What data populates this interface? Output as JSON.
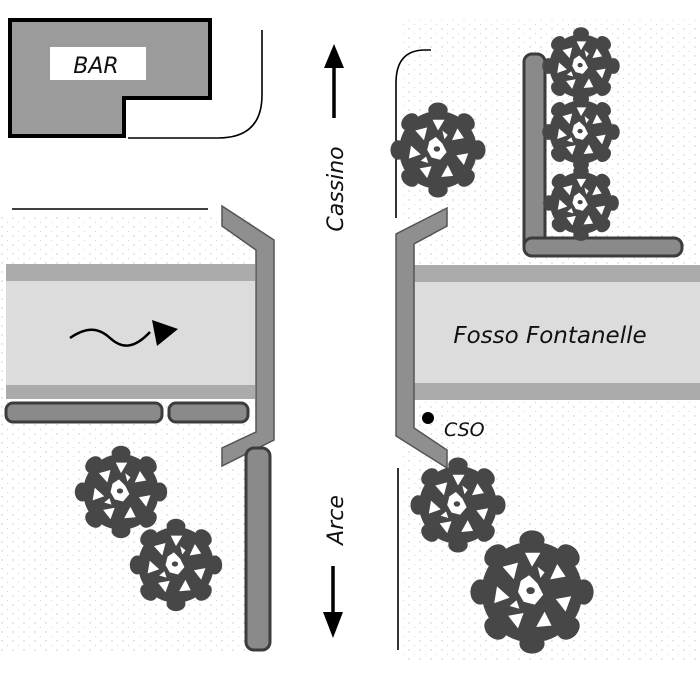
{
  "labels": {
    "building": "BAR",
    "road_north": "Cassino",
    "road_south": "Arce",
    "channel": "Fosso Fontanelle",
    "outfall": "CSO"
  },
  "icons": {
    "flow_direction": "wavy-arrow-icon",
    "north_direction": "arrow-up-icon",
    "south_direction": "arrow-down-icon",
    "tree": "tree-icon",
    "outfall_marker": "dot-icon"
  },
  "colors": {
    "building": "#9b9b9b",
    "channel_water": "#dadada",
    "channel_bank": "#ababab",
    "bridge": "#8f8f8f",
    "wall": "#8a8a8a",
    "tree": "#4a4a4a"
  }
}
